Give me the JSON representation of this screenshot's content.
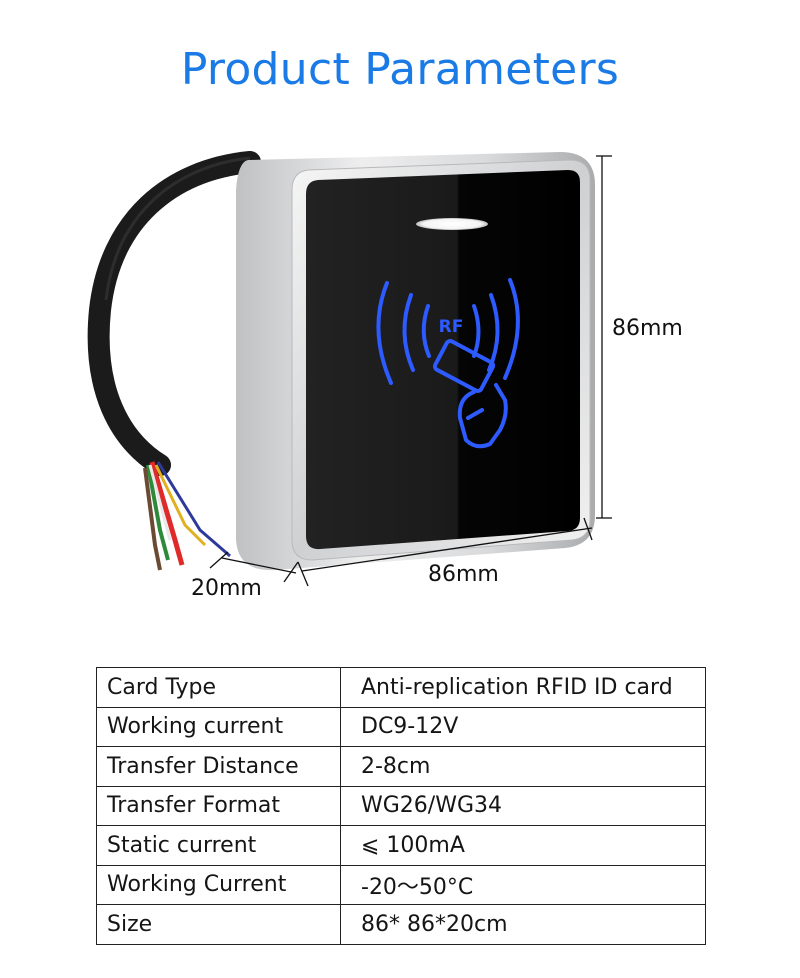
{
  "header": {
    "title": "Product Parameters",
    "title_color": "#1a7be6"
  },
  "product_image": {
    "description": "RFID card reader with black glass face and silver frame, cable with colored wires",
    "panel_logo_text": "RF",
    "icon_color": "#2d5bff",
    "dimensions": {
      "height": "86mm",
      "width": "86mm",
      "depth": "20mm"
    }
  },
  "params_table": {
    "rows": [
      {
        "label": "Card Type",
        "value": "Anti-replication RFID ID card"
      },
      {
        "label": "Working current",
        "value": "DC9-12V"
      },
      {
        "label": "Transfer Distance",
        "value": "2-8cm"
      },
      {
        "label": "Transfer Format",
        "value": "WG26/WG34"
      },
      {
        "label": "Static current",
        "value": "⩽ 100mA"
      },
      {
        "label": "Working Current",
        "value": "-20～50°C"
      },
      {
        "label": "Size",
        "value": "86* 86*20cm"
      }
    ]
  }
}
